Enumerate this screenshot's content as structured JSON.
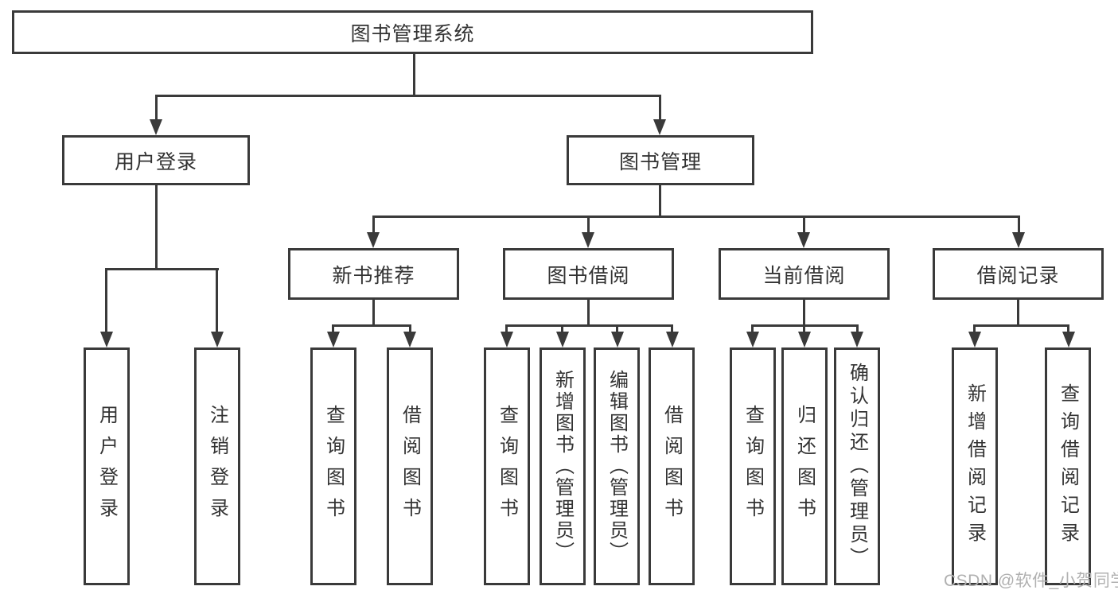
{
  "colors": {
    "line": "#3a3a3a",
    "text": "#333333",
    "box_bg": "#ffffff",
    "canvas_bg": "#ffffff",
    "watermark": "#b0b0b0"
  },
  "watermark": {
    "text": "CSDN @软件_小贺同学"
  },
  "tree": {
    "label": "图书管理系统",
    "children": [
      {
        "label": "用户登录",
        "children": [
          {
            "label": "用户登录"
          },
          {
            "label": "注销登录"
          }
        ]
      },
      {
        "label": "图书管理",
        "children": [
          {
            "label": "新书推荐",
            "children": [
              {
                "label": "查询图书"
              },
              {
                "label": "借阅图书"
              }
            ]
          },
          {
            "label": "图书借阅",
            "children": [
              {
                "label": "查询图书"
              },
              {
                "label": "新增图书（管理员）"
              },
              {
                "label": "编辑图书（管理员）"
              },
              {
                "label": "借阅图书"
              }
            ]
          },
          {
            "label": "当前借阅",
            "children": [
              {
                "label": "查询图书"
              },
              {
                "label": "归还图书"
              },
              {
                "label": "确认归还（管理员）"
              }
            ]
          },
          {
            "label": "借阅记录",
            "children": [
              {
                "label": "新增借阅记录"
              },
              {
                "label": "查询借阅记录"
              }
            ]
          }
        ]
      }
    ]
  }
}
